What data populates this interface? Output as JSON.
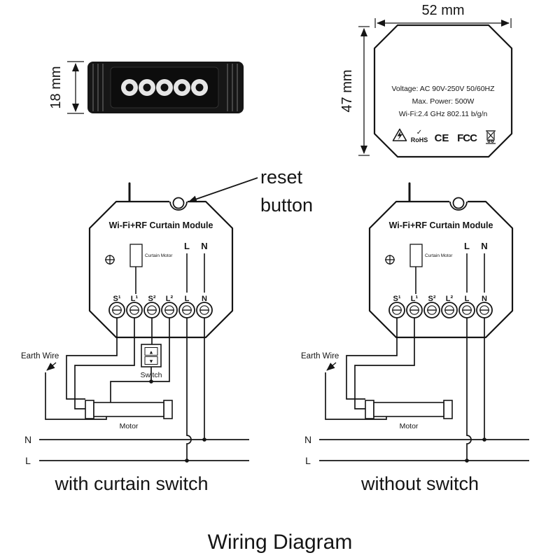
{
  "page": {
    "title": "Wiring Diagram"
  },
  "side_view": {
    "height_dim": "18 mm"
  },
  "face_view": {
    "width_dim": "52 mm",
    "height_dim": "47 mm",
    "specs": {
      "line1": "Voltage: AC 90V-250V   50/60HZ",
      "line2": "Max. Power: 500W",
      "line3": "Wi-Fi:2.4 GHz    802.11 b/g/n"
    },
    "certs": {
      "check": "✓",
      "rohs": "RoHS",
      "ce": "CE",
      "fcc": "FCC"
    }
  },
  "reset": {
    "line1": "reset",
    "line2": "button"
  },
  "module": {
    "title": "Wi-Fi+RF Curtain Module",
    "curtain_motor_label": "Curtain Motor",
    "live_label": "L",
    "neutral_label": "N",
    "terminals": [
      "S¹",
      "L¹",
      "S²",
      "L²",
      "L",
      "N"
    ]
  },
  "left": {
    "caption": "with curtain switch",
    "earth_wire": "Earth Wire",
    "switch_label": "Switch",
    "switch_up": "▲",
    "switch_down": "▼",
    "motor": "Motor",
    "neutral": "N",
    "live": "L"
  },
  "right": {
    "caption": "without switch",
    "earth_wire": "Earth Wire",
    "motor": "Motor",
    "neutral": "N",
    "live": "L"
  }
}
